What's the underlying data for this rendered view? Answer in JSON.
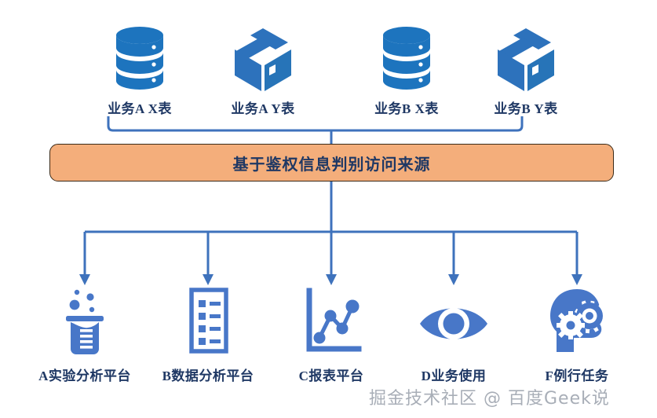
{
  "diagram": {
    "title": "基于鉴权信息判别访问来源",
    "colors": {
      "accent_blue": "#3B74C4",
      "icon_blue": "#4877C8",
      "dark_blue_text": "#1f3864",
      "orange_fill": "#F4AE7B",
      "orange_border": "#3a2a18",
      "connector_blue": "#3E72BC",
      "watermark_gray": "#9aa0ab"
    },
    "sources": [
      {
        "label": "业务A  X表",
        "icon": "database-icon"
      },
      {
        "label": "业务A  Y表",
        "icon": "box-icon"
      },
      {
        "label": "业务B  X表",
        "icon": "database-icon"
      },
      {
        "label": "业务B  Y表",
        "icon": "box-icon"
      }
    ],
    "process": {
      "label": "基于鉴权信息判别访问来源"
    },
    "destinations": [
      {
        "label": "A实验分析平台",
        "icon": "beaker-icon"
      },
      {
        "label": "B数据分析平台",
        "icon": "checklist-icon"
      },
      {
        "label": "C报表平台",
        "icon": "line-chart-icon"
      },
      {
        "label": "D业务使用",
        "icon": "eye-icon"
      },
      {
        "label": "F例行任务",
        "icon": "head-gears-icon"
      }
    ],
    "watermark": "掘金技术社区 @ 百度Geek说"
  }
}
